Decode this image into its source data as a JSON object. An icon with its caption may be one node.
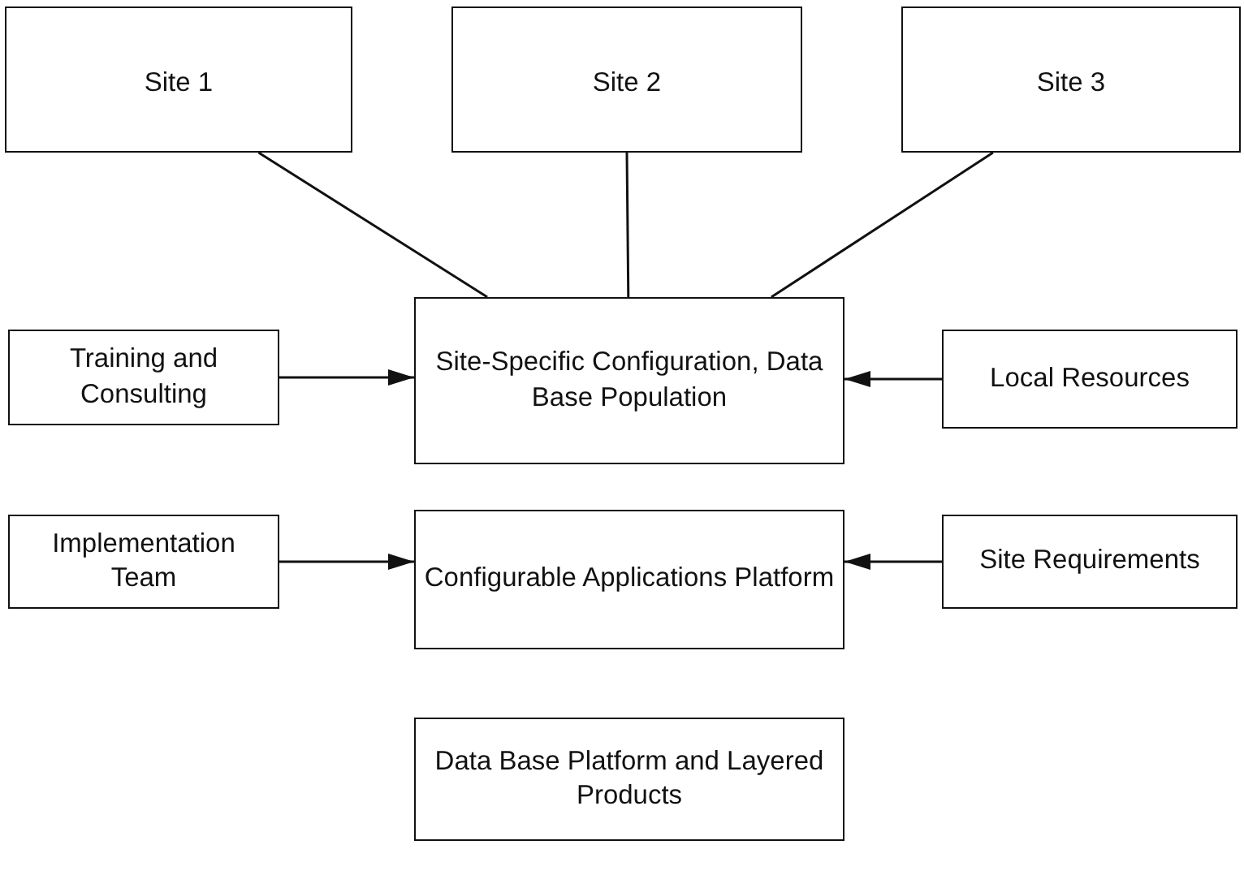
{
  "diagram": {
    "nodes": [
      {
        "text": [
          "Site 1"
        ]
      },
      {
        "text": [
          "Site 2"
        ]
      },
      {
        "text": [
          "Site 3"
        ]
      },
      {
        "text": [
          "Training and Consulting"
        ]
      },
      {
        "text": [
          "Site-Specific Configuration, Data Base Population"
        ]
      },
      {
        "text": [
          "Local Resources"
        ]
      },
      {
        "text": [
          "Implementation Team"
        ]
      },
      {
        "text": [
          "Configurable Applications Platform"
        ]
      },
      {
        "text": [
          "Site Requirements"
        ]
      },
      {
        "text": [
          "Data Base Platform and Layered Products"
        ]
      }
    ],
    "edges": [
      {
        "from": 0,
        "to": 4,
        "arrow": "none"
      },
      {
        "from": 1,
        "to": 4,
        "arrow": "none"
      },
      {
        "from": 2,
        "to": 4,
        "arrow": "none"
      },
      {
        "from": 3,
        "to": 4,
        "arrow": "to"
      },
      {
        "from": 5,
        "to": 4,
        "arrow": "to"
      },
      {
        "from": 6,
        "to": 7,
        "arrow": "to"
      },
      {
        "from": 8,
        "to": 7,
        "arrow": "to"
      }
    ]
  }
}
